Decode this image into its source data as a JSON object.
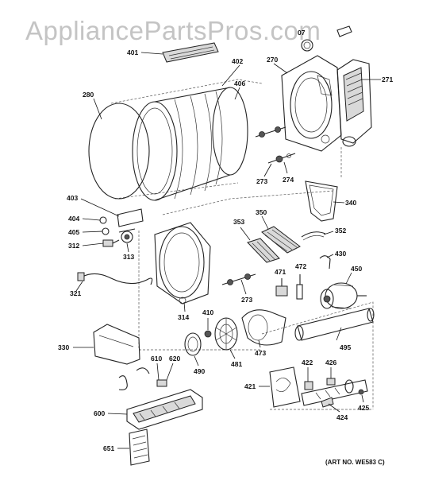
{
  "watermark": "AppliancePartsPros.com",
  "art_number": "(ART NO. WE583 C)",
  "labels": {
    "l07": "07",
    "l401": "401",
    "l270": "270",
    "l271": "271",
    "l402": "402",
    "l406": "406",
    "l280": "280",
    "l273a": "273",
    "l274": "274",
    "l340": "340",
    "l403": "403",
    "l404": "404",
    "l405": "405",
    "l312": "312",
    "l313": "313",
    "l353": "353",
    "l350": "350",
    "l352": "352",
    "l430": "430",
    "l471": "471",
    "l472": "472",
    "l450": "450",
    "l321": "321",
    "l273b": "273",
    "l314": "314",
    "l410": "410",
    "l330": "330",
    "l490": "490",
    "l481": "481",
    "l473": "473",
    "l495": "495",
    "l610": "610",
    "l620": "620",
    "l422": "422",
    "l426": "426",
    "l421": "421",
    "l600": "600",
    "l424": "424",
    "l425": "425",
    "l651": "651"
  }
}
